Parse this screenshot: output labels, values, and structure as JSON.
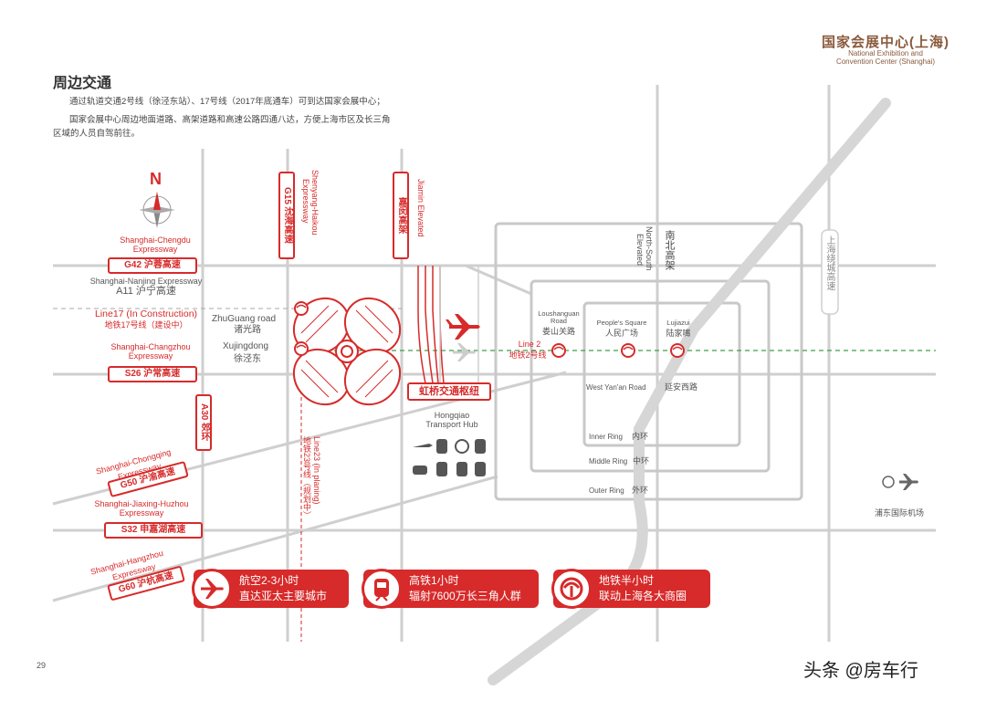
{
  "brand": {
    "cn": "国家会展中心(上海)",
    "en_line1": "National Exhibition and",
    "en_line2": "Convention Center (Shanghai)"
  },
  "section_title": "周边交通",
  "intro": {
    "line1": "通过轨道交通2号线（徐泾东站）、17号线（2017年底通车）可到达国家会展中心；",
    "line2": "国家会展中心周边地面道路、高架道路和高速公路四通八达，方便上海市区及长三角",
    "line3": "区域的人员自驾前往。"
  },
  "compass": {
    "label": "N"
  },
  "roads": {
    "g42_en_1": "Shanghai-Chengdu",
    "g42_en_2": "Expressway",
    "g42_badge": "G42 沪蓉高速",
    "a11_en": "Shanghai-Nanjing Expressway",
    "a11_cn": "A11 沪宁高速",
    "line17_en": "Line17 (In Construction)",
    "line17_cn": "地铁17号线（建设中）",
    "s26_en_1": "Shanghai-Changzhou",
    "s26_en_2": "Expressway",
    "s26_badge": "S26 沪常高速",
    "g50_en_1": "Shanghai-Chongqing",
    "g50_en_2": "Expressway",
    "g50_badge": "G50 沪渝高速",
    "s32_en_1": "Shanghai-Jiaxing-Huzhou",
    "s32_en_2": "Expressway",
    "s32_badge": "S32 申嘉湖高速",
    "g60_en_1": "Shanghai-Hangzhou",
    "g60_en_2": "Expressway",
    "g60_badge": "G60 沪杭高速",
    "a30_badge": "A30 郊环",
    "g15_badge": "G15 沈海高速",
    "g15_en_1": "Shenyang-Haikou",
    "g15_en_2": "Expressway",
    "jiamin_badge": "嘉闵高架",
    "jiamin_en": "Jiamin Elevated",
    "line23_en": "Line23 (In planing)",
    "line23_cn": "地铁23号线（规划中）",
    "zhuguang_en": "ZhuGuang road",
    "zhuguang_cn": "诸光路",
    "xujingdong_en": "Xujingdong",
    "xujingdong_cn": "徐泾东",
    "line2_en": "Line 2",
    "line2_cn": "地铁2号线",
    "ns_en_1": "North-South",
    "ns_en_2": "Elevated",
    "ns_cn": "南北高架",
    "outer_cn": "上海绕城高速",
    "loushan_en_1": "Loushanguan",
    "loushan_en_2": "Road",
    "loushan_cn": "娄山关路",
    "people_en": "People's Square",
    "people_cn": "人民广场",
    "lujiazui_en": "Lujiazui",
    "lujiazui_cn": "陆家嘴",
    "yanan_en": "West Yan'an Road",
    "yanan_cn": "延安西路",
    "inner_en": "Inner Ring",
    "inner_cn": "内环",
    "middle_en": "Middle Ring",
    "middle_cn": "中环",
    "outer_ring_en": "Outer Ring",
    "outer_ring_cn": "外环",
    "hub_cn": "虹桥交通枢纽",
    "hub_en_1": "Hongqiao",
    "hub_en_2": "Transport Hub",
    "pudong": "浦东国际机场"
  },
  "promos": [
    {
      "line1": "航空2-3小时",
      "line2": "直达亚太主要城市"
    },
    {
      "line1": "高铁1小时",
      "line2": "辐射7600万长三角人群"
    },
    {
      "line1": "地铁半小时",
      "line2": "联动上海各大商圈"
    }
  ],
  "page_number": "29",
  "watermark": "头条 @房车行",
  "colors": {
    "accent": "#d72a2a",
    "road": "#c8c8c8",
    "metro_line2": "#3aa14a",
    "brand": "#8a5a3c"
  }
}
